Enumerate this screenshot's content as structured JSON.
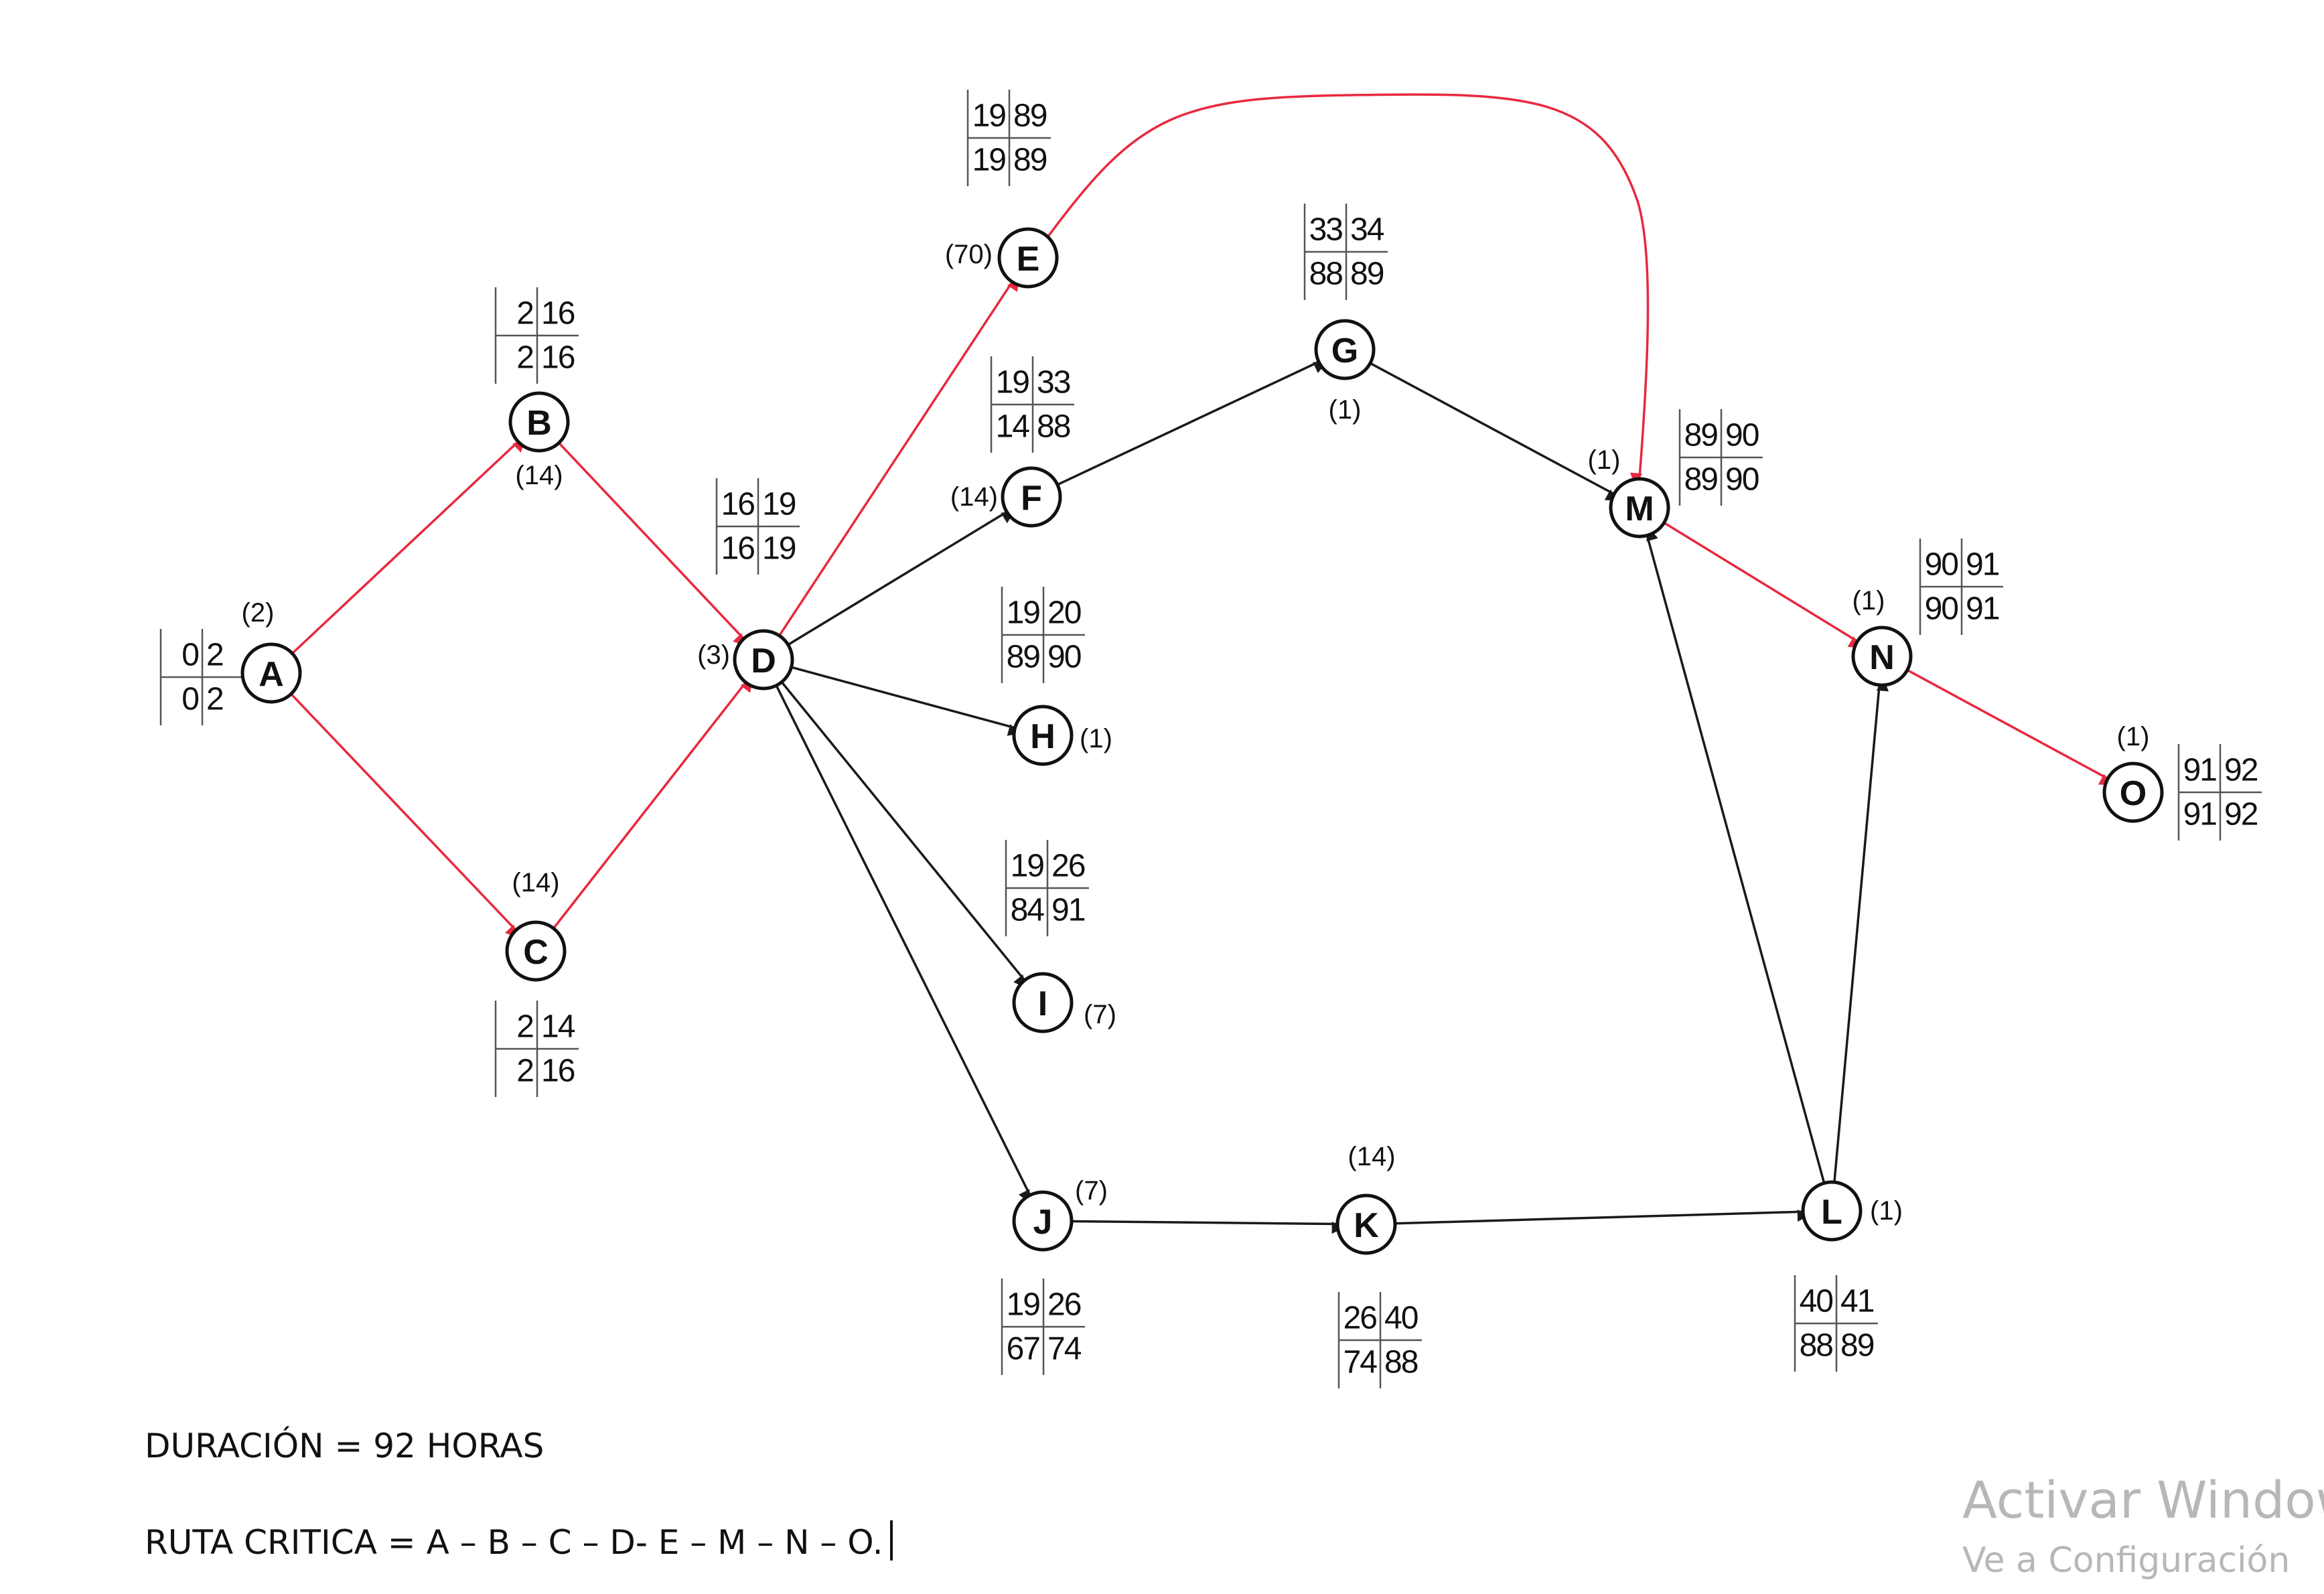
{
  "colors": {
    "critical": "#e8293f",
    "normal": "#1a1a1a",
    "watermark": "#b7b7b7"
  },
  "nodes": [
    {
      "id": "A",
      "duration": "(2)",
      "times": {
        "es": "0",
        "ef": "2",
        "ls": "0",
        "lf": "2"
      }
    },
    {
      "id": "B",
      "duration": "(14)",
      "times": {
        "es": "2",
        "ef": "16",
        "ls": "2",
        "lf": "16"
      }
    },
    {
      "id": "C",
      "duration": "(14)",
      "times": {
        "es": "2",
        "ef": "14",
        "ls": "2",
        "lf": "16"
      }
    },
    {
      "id": "D",
      "duration": "(3)",
      "times": {
        "es": "16",
        "ef": "19",
        "ls": "16",
        "lf": "19"
      }
    },
    {
      "id": "E",
      "duration": "(70)",
      "times": {
        "es": "19",
        "ef": "89",
        "ls": "19",
        "lf": "89"
      }
    },
    {
      "id": "F",
      "duration": "(14)",
      "times": {
        "es": "19",
        "ef": "33",
        "ls": "14",
        "lf": "88"
      }
    },
    {
      "id": "G",
      "duration": "(1)",
      "times": {
        "es": "33",
        "ef": "34",
        "ls": "88",
        "lf": "89"
      }
    },
    {
      "id": "H",
      "duration": "(1)",
      "times": {
        "es": "19",
        "ef": "20",
        "ls": "89",
        "lf": "90"
      }
    },
    {
      "id": "I",
      "duration": "(7)",
      "times": {
        "es": "19",
        "ef": "26",
        "ls": "84",
        "lf": "91"
      }
    },
    {
      "id": "J",
      "duration": "(7)",
      "times": {
        "es": "19",
        "ef": "26",
        "ls": "67",
        "lf": "74"
      }
    },
    {
      "id": "K",
      "duration": "(14)",
      "times": {
        "es": "26",
        "ef": "40",
        "ls": "74",
        "lf": "88"
      }
    },
    {
      "id": "L",
      "duration": "(1)",
      "times": {
        "es": "40",
        "ef": "41",
        "ls": "88",
        "lf": "89"
      }
    },
    {
      "id": "M",
      "duration": "(1)",
      "times": {
        "es": "89",
        "ef": "90",
        "ls": "89",
        "lf": "90"
      }
    },
    {
      "id": "N",
      "duration": "(1)",
      "times": {
        "es": "90",
        "ef": "91",
        "ls": "90",
        "lf": "91"
      }
    },
    {
      "id": "O",
      "duration": "(1)",
      "times": {
        "es": "91",
        "ef": "92",
        "ls": "91",
        "lf": "92"
      }
    }
  ],
  "edges": [
    {
      "from": "A",
      "to": "B",
      "critical": true
    },
    {
      "from": "A",
      "to": "C",
      "critical": true
    },
    {
      "from": "B",
      "to": "D",
      "critical": true
    },
    {
      "from": "C",
      "to": "D",
      "critical": true
    },
    {
      "from": "D",
      "to": "E",
      "critical": true
    },
    {
      "from": "D",
      "to": "F",
      "critical": false
    },
    {
      "from": "D",
      "to": "H",
      "critical": false
    },
    {
      "from": "D",
      "to": "I",
      "critical": false
    },
    {
      "from": "D",
      "to": "J",
      "critical": false
    },
    {
      "from": "F",
      "to": "G",
      "critical": false
    },
    {
      "from": "G",
      "to": "M",
      "critical": false
    },
    {
      "from": "E",
      "to": "M",
      "critical": true
    },
    {
      "from": "J",
      "to": "K",
      "critical": false
    },
    {
      "from": "K",
      "to": "L",
      "critical": false
    },
    {
      "from": "L",
      "to": "M",
      "critical": false
    },
    {
      "from": "L",
      "to": "N",
      "critical": false
    },
    {
      "from": "M",
      "to": "N",
      "critical": true
    },
    {
      "from": "N",
      "to": "O",
      "critical": true
    }
  ],
  "summary": {
    "duration_text": "DURACIÓN = 92 HORAS",
    "critical_path_text": "RUTA CRITICA = A – B – C – D- E – M – N – O."
  },
  "watermark": {
    "title": "Activar Window",
    "subtitle": "Ve a Configuración"
  }
}
